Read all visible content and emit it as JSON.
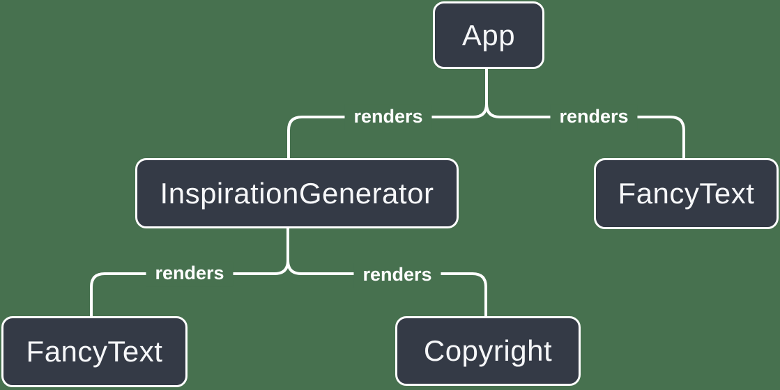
{
  "diagram": {
    "type": "tree",
    "colors": {
      "background": "#47714F",
      "node_fill": "#343A46",
      "node_border": "#FFFFFF",
      "line": "#FFFFFF",
      "text": "#F6F7F9"
    },
    "nodes": [
      {
        "id": "app",
        "label": "App"
      },
      {
        "id": "inspiration-generator",
        "label": "InspirationGenerator"
      },
      {
        "id": "fancy-text-top-right",
        "label": "FancyText"
      },
      {
        "id": "fancy-text-bottom-left",
        "label": "FancyText"
      },
      {
        "id": "copyright",
        "label": "Copyright"
      }
    ],
    "edges": [
      {
        "from": "App",
        "to": "InspirationGenerator",
        "label": "renders"
      },
      {
        "from": "App",
        "to": "FancyText",
        "label": "renders"
      },
      {
        "from": "InspirationGenerator",
        "to": "FancyText",
        "label": "renders"
      },
      {
        "from": "InspirationGenerator",
        "to": "Copyright",
        "label": "renders"
      }
    ]
  }
}
